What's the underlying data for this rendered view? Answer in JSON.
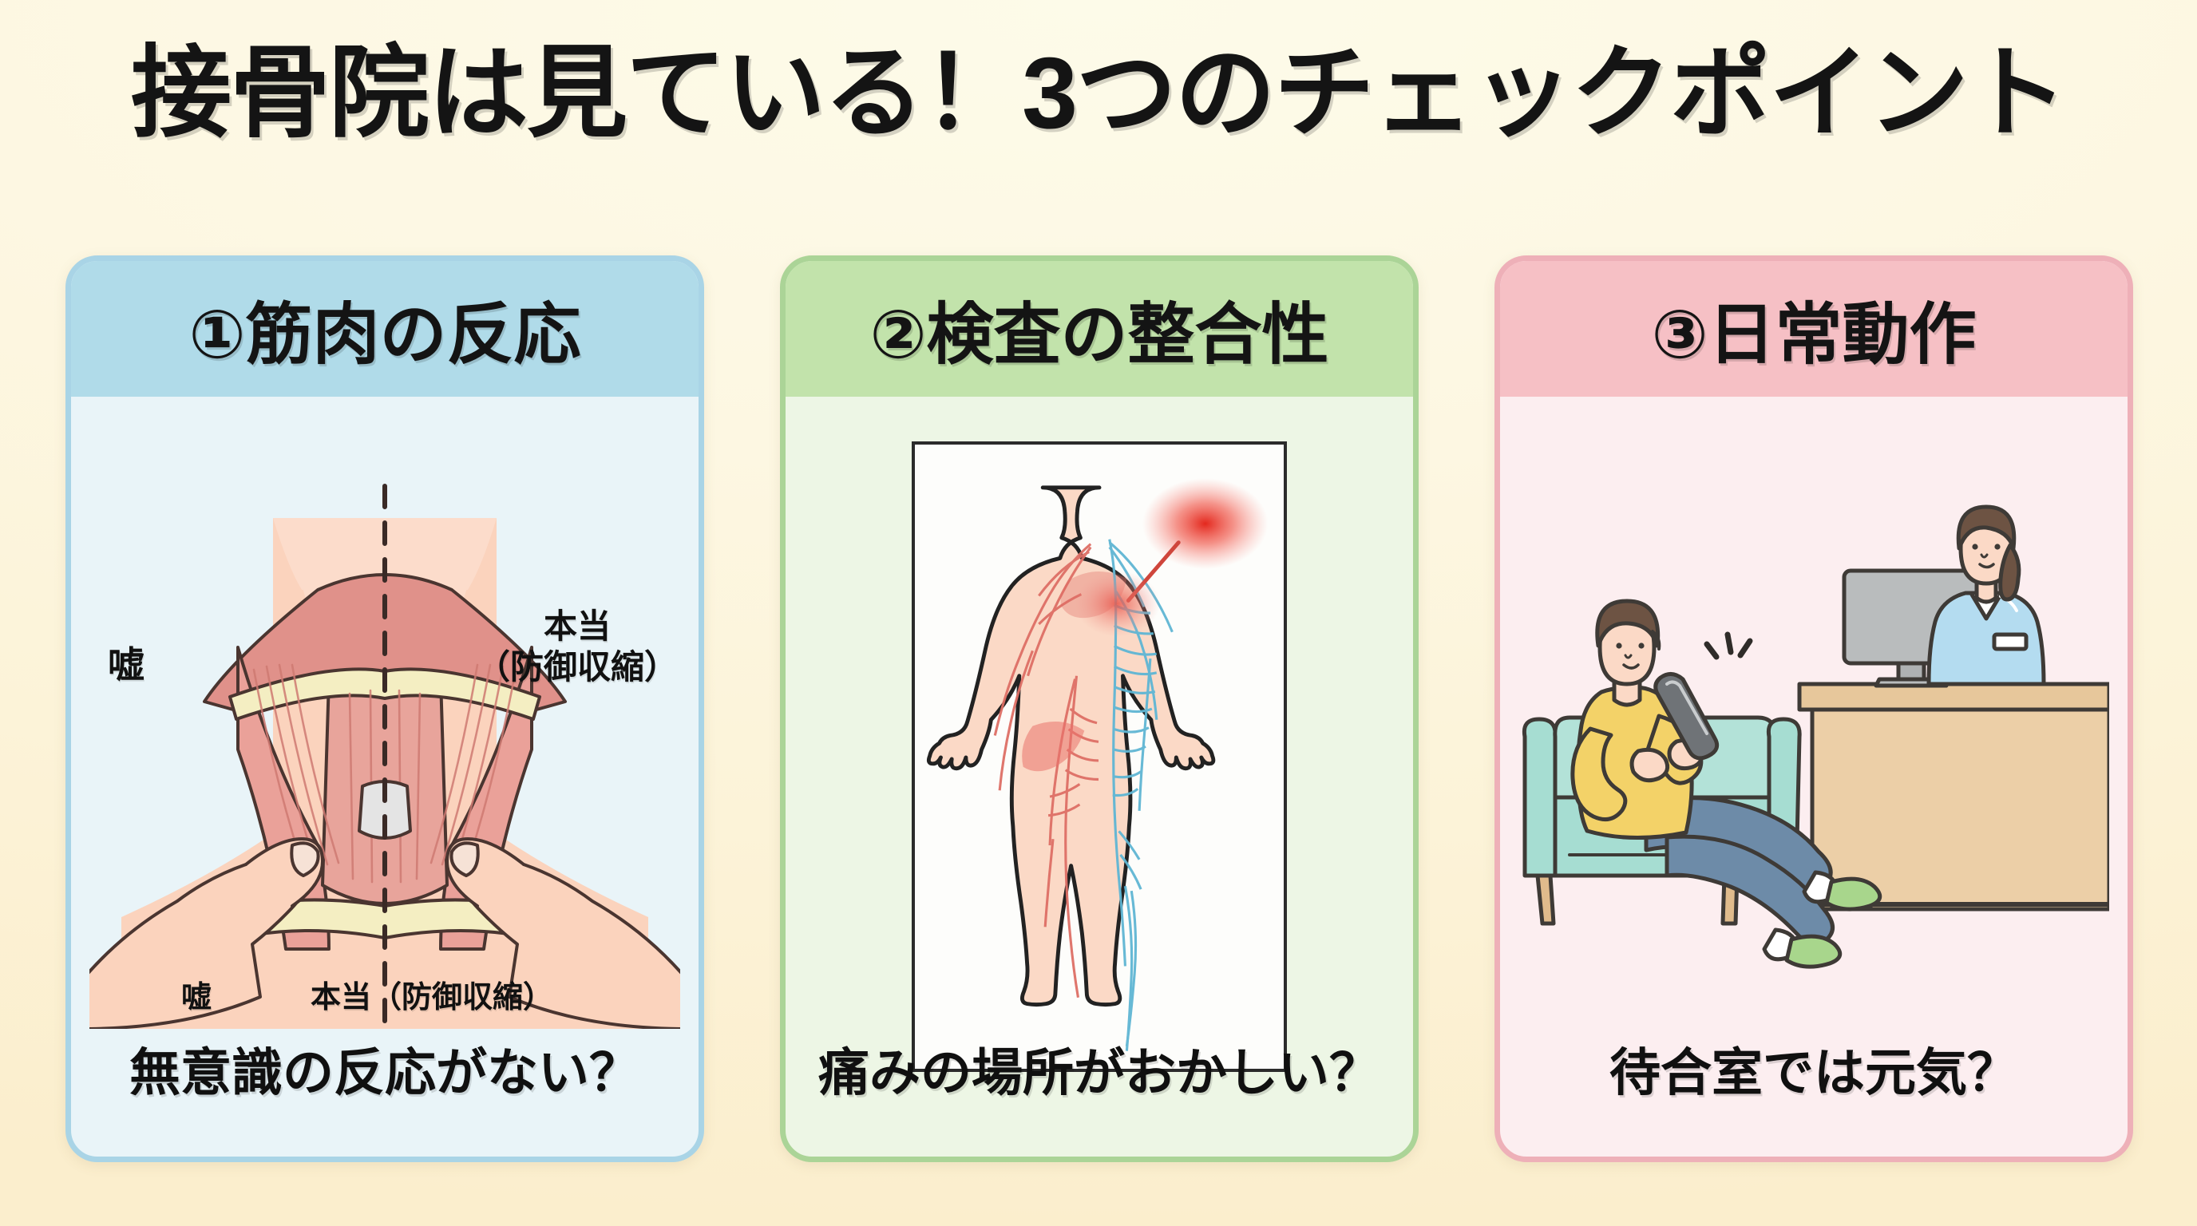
{
  "page": {
    "title": "接骨院は見ている！3つのチェックポイント",
    "background_color": "#fdf6e0",
    "accent_colors": {
      "card1_header": "#b0dbe9",
      "card1_body": "#e9f4f8",
      "card2_header": "#c2e3ab",
      "card2_body": "#edf6e5",
      "card3_header": "#f6c0c5",
      "card3_body": "#fceef0",
      "pain_marker": "#e8403a"
    }
  },
  "cards": [
    {
      "number": "①",
      "header": "①筋肉の反応",
      "caption": "無意識の反応がない？",
      "illustration": "neck-muscle-palpation-diagram",
      "labels": {
        "side_left": "嘘",
        "side_right_line1": "本当",
        "side_right_line2": "（防御収縮）",
        "bottom_left": "嘘",
        "bottom_right": "本当（防御収縮）"
      }
    },
    {
      "number": "②",
      "header": "②検査の整合性",
      "caption": "痛みの場所がおかしい？",
      "illustration": "full-body-nervous-system-diagram-with-pain-marker"
    },
    {
      "number": "③",
      "header": "③日常動作",
      "caption": "待合室では元気？",
      "illustration": "waiting-room-patient-on-smartphone-with-receptionist"
    }
  ]
}
